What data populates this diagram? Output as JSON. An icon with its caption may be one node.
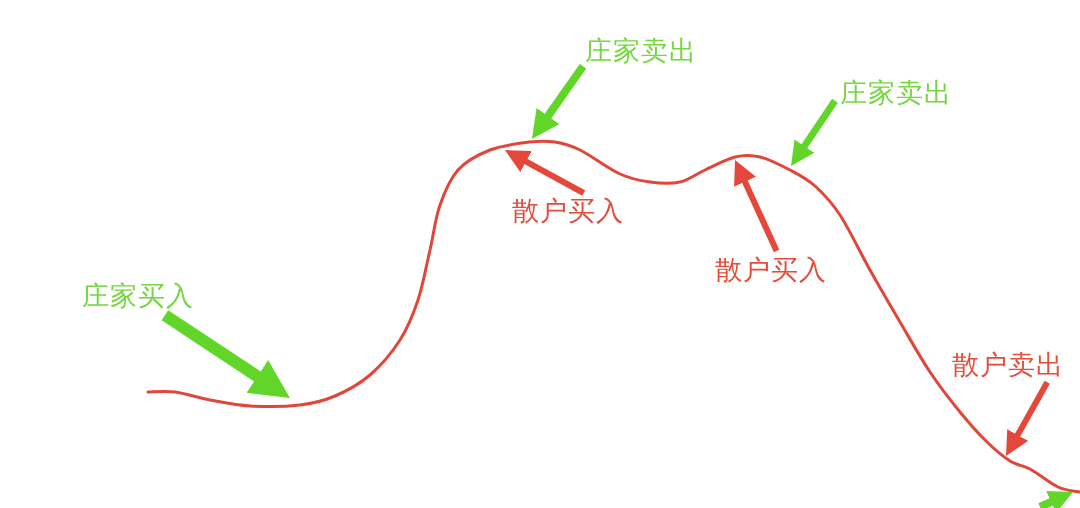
{
  "diagram": {
    "nodes": [
      {
        "text": [
          "庄家卖出"
        ]
      },
      {
        "text": [
          "庄家卖出"
        ]
      },
      {
        "text": [
          "散户买入"
        ]
      },
      {
        "text": [
          "散户买入"
        ]
      },
      {
        "text": [
          "庄家买入"
        ]
      },
      {
        "text": [
          "散户卖出"
        ]
      }
    ],
    "edges": [
      {
        "from": 0,
        "to": null,
        "arrow": "to"
      },
      {
        "from": 1,
        "to": null,
        "arrow": "to"
      },
      {
        "from": 2,
        "to": null,
        "arrow": "to",
        "color": "#e5473a"
      },
      {
        "from": 3,
        "to": null,
        "arrow": "to",
        "color": "#e5473a"
      },
      {
        "from": 4,
        "to": null,
        "arrow": "to",
        "style": "thick"
      },
      {
        "from": 5,
        "to": null,
        "arrow": "to",
        "color": "#e5473a"
      }
    ]
  }
}
